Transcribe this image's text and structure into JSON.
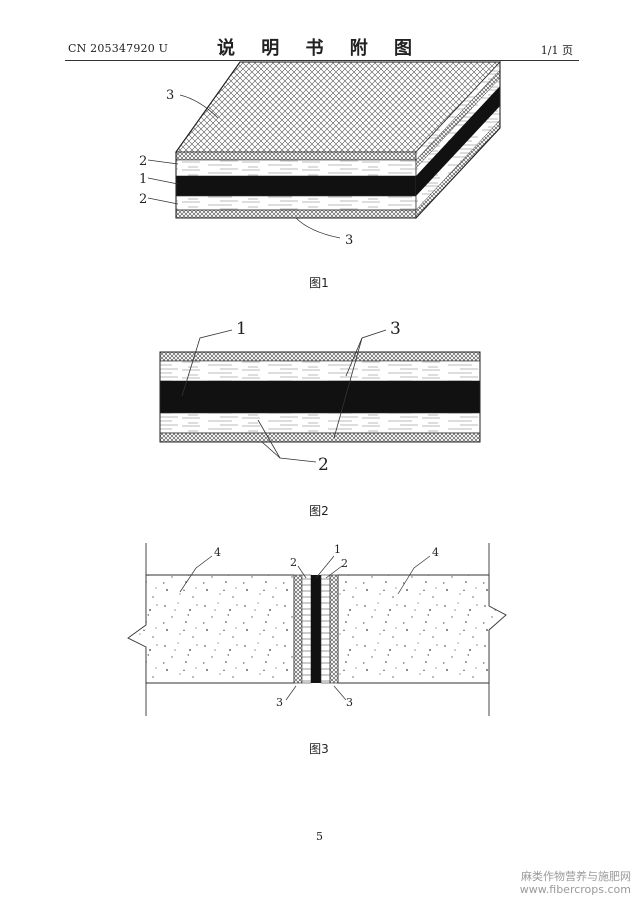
{
  "header": {
    "doc_number": "CN 205347920 U",
    "title": "说 明 书 附 图",
    "page_info": "1/1 页"
  },
  "figures": [
    {
      "caption": "图1",
      "labels": [
        "3",
        "2",
        "1",
        "2",
        "3"
      ]
    },
    {
      "caption": "图2",
      "labels": [
        "1",
        "3",
        "2"
      ]
    },
    {
      "caption": "图3",
      "labels": [
        "4",
        "4",
        "2",
        "1",
        "2",
        "3",
        "3"
      ]
    }
  ],
  "footer": {
    "page_number": "5"
  },
  "watermark": {
    "line1": "麻类作物营养与施肥网",
    "line2": "www.fibercrops.com"
  }
}
